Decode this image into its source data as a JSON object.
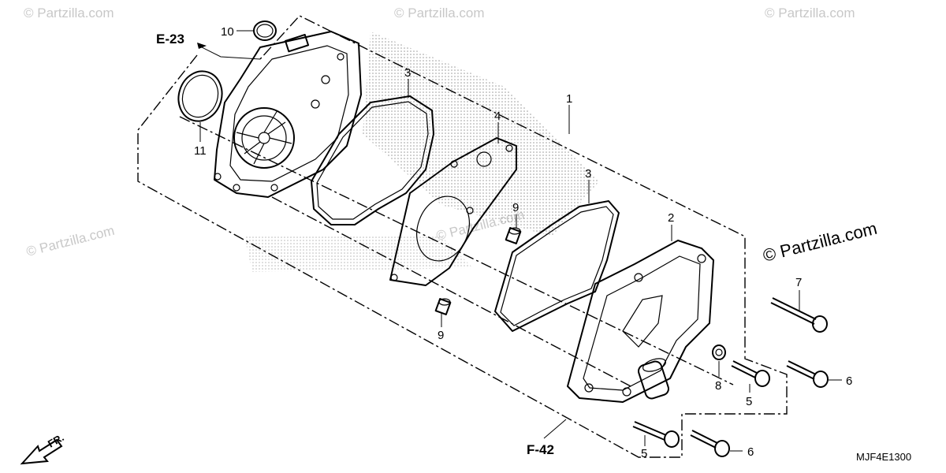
{
  "watermark": {
    "text": "© Partzilla.com",
    "brand_text": "© Partzilla.com"
  },
  "diagram_code": "MJF4E1300",
  "reference_labels": {
    "e23": "E-23",
    "f42": "F-42",
    "front": "FR."
  },
  "callouts": {
    "c1": "1",
    "c2": "2",
    "c3a": "3",
    "c3b": "3",
    "c4": "4",
    "c5a": "5",
    "c5b": "5",
    "c6a": "6",
    "c6b": "6",
    "c7": "7",
    "c8": "8",
    "c9a": "9",
    "c9b": "9",
    "c10": "10",
    "c11": "11"
  },
  "colors": {
    "line": "#000000",
    "watermark": "#c8c8c8",
    "background": "#ffffff"
  }
}
